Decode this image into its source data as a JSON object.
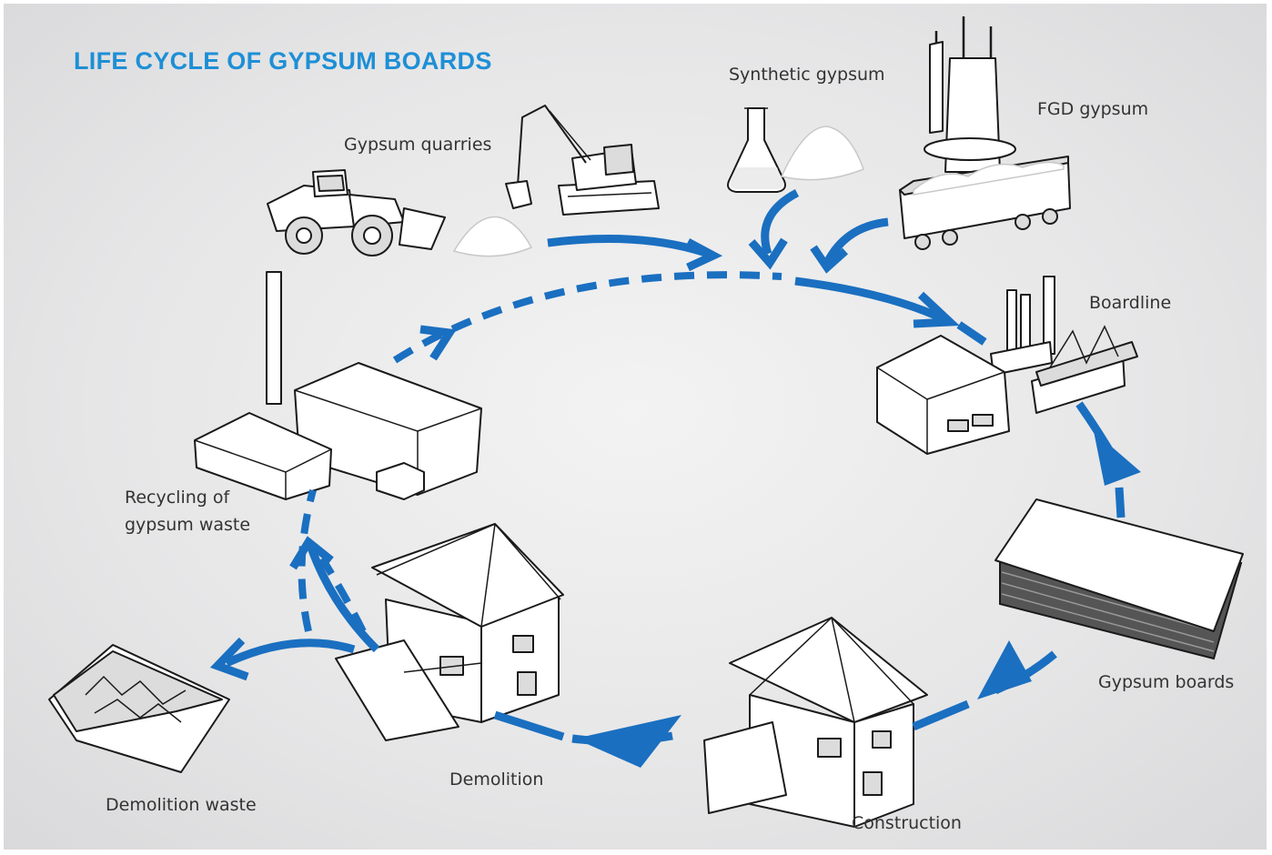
{
  "title": "LIFE CYCLE OF GYPSUM BOARDS",
  "labels": {
    "quarries": "Gypsum quarries",
    "synthetic": "Synthetic gypsum",
    "fgd": "FGD gypsum",
    "boardline": "Boardline",
    "boards": "Gypsum boards",
    "construction": "Construction",
    "demolition": "Demolition",
    "waste": "Demolition waste",
    "recycling_1": "Recycling of",
    "recycling_2": "gypsum waste"
  },
  "colors": {
    "title": "#1e8fd6",
    "arrow": "#1a6fc0",
    "text": "#333333",
    "background": "#e6e6e7"
  }
}
